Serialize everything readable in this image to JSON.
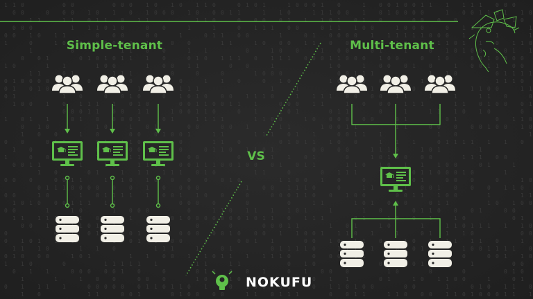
{
  "left_title": "Simple-tenant",
  "right_title": "Multi-tenant",
  "vs_label": "VS",
  "brand_name": "NOKUFU",
  "colors": {
    "accent": "#5fc04a",
    "icon_light": "#f1efe6",
    "background": "#262626"
  },
  "icons": {
    "users": "users-group-icon",
    "app": "monitor-app-icon",
    "database": "database-icon",
    "logo": "lightbulb-logo-icon"
  }
}
